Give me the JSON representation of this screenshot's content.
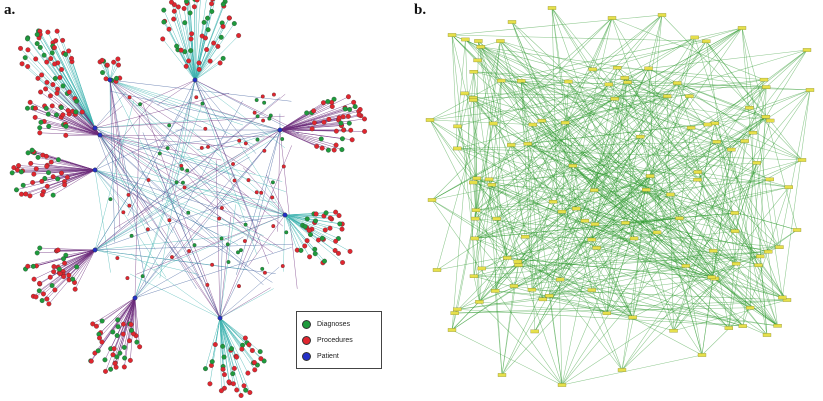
{
  "panels": [
    {
      "label": "a."
    },
    {
      "label": "b."
    }
  ],
  "legend": {
    "items": [
      {
        "label": "Diagnoses",
        "color": "#1e9a3c"
      },
      {
        "label": "Procedures",
        "color": "#e0262f"
      },
      {
        "label": "Patient",
        "color": "#2431c8"
      }
    ]
  },
  "colors": {
    "teal_edge": "#3fb3b0",
    "purple_edge": "#6b2a7a",
    "blue_edge": "#3a5a9a",
    "green_edge": "#2f9a2f",
    "yellow_node": "#e6e04a"
  }
}
